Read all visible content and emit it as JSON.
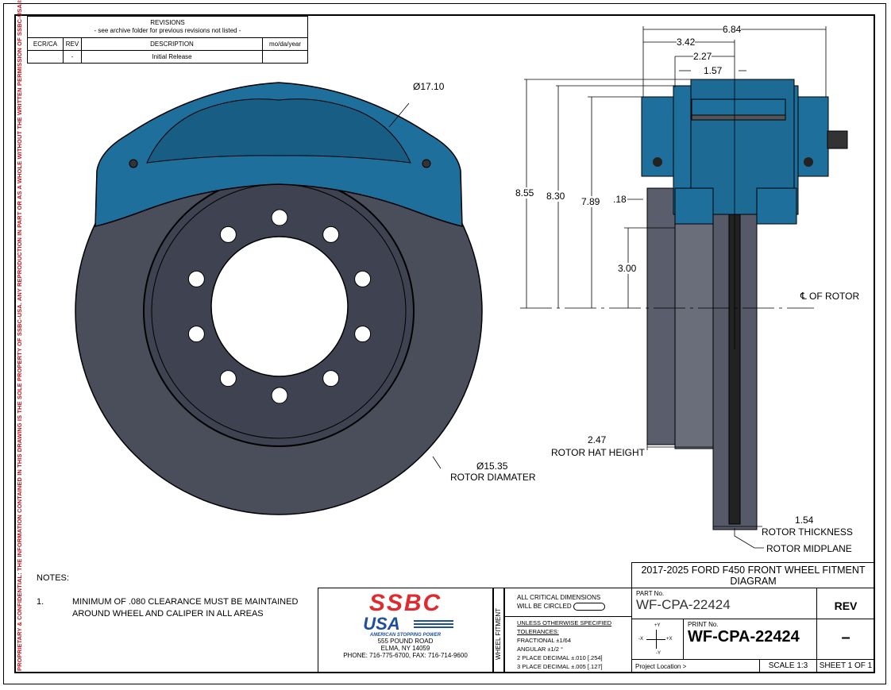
{
  "side_notice": "PROPRIETARY & CONFIDENTIAL: THE INFORMATION CONTAINED IN THIS DRAWING IS THE SOLE PROPERTY OF SSBC-USA. ANY REPRODUCTION IN PART OR AS A WHOLE WITHOUT THE WRITTEN PERMISSION OF SSBC-USA IS PROHIBITED.",
  "revisions": {
    "title": "REVISIONS",
    "subtitle": "- see archive folder for previous revisions not listed -",
    "headers": [
      "ECR/CA",
      "REV",
      "DESCRIPTION",
      "mo/da/year"
    ],
    "rows": [
      [
        "",
        "-",
        "Initial Release",
        ""
      ]
    ]
  },
  "dimensions": {
    "front_outer": "Ø17.10",
    "rotor_dia": "Ø15.35",
    "rotor_dia_label": "ROTOR DIAMATER",
    "w684": "6.84",
    "w342": "3.42",
    "w227": "2.27",
    "w157": "1.57",
    "h855": "8.55",
    "h830": "8.30",
    "h789": "7.89",
    "d18": ".18",
    "h300": "3.00",
    "centerline": "℄ OF ROTOR",
    "hat": "2.47",
    "hat_label": "ROTOR HAT HEIGHT",
    "thick": "1.54",
    "thick_label": "ROTOR THICKNESS",
    "midplane": "ROTOR MIDPLANE"
  },
  "notes": {
    "title": "NOTES:",
    "items": [
      {
        "num": "1.",
        "text1": "MINIMUM OF .080 CLEARANCE MUST BE MAINTAINED",
        "text2": "AROUND WHEEL AND CALIPER IN ALL AREAS"
      }
    ]
  },
  "title_block": {
    "title1": "2017-2025 FORD F450 FRONT WHEEL FITMENT",
    "title2": "DIAGRAM",
    "logo_top": "SSBC",
    "logo_bottom": "USA",
    "tagline": "AMERICAN STOPPING POWER",
    "address1": "555 POUND ROAD",
    "address2": "ELMA, NY 14059",
    "phone": "PHONE: 716-775-6700, FAX: 716-714-9600",
    "vertical_label": "WHEEL FITMENT",
    "critical1": "ALL CRITICAL DIMENSIONS",
    "critical2": "WILL BE CIRCLED",
    "tol_head": "UNLESS OTHERWISE SPECIFIED",
    "tol_title": "TOLERANCES:",
    "tol": [
      "FRACTIONAL ±1/64",
      "ANGULAR ±1/2 °",
      "2 PLACE DECIMAL ±.010 [.254]",
      "3 PLACE DECIMAL ±.005 [.127]"
    ],
    "part_label": "PART No.",
    "part_no": "WF-CPA-22424",
    "print_label": "PRINT No.",
    "print_no": "WF-CPA-22424",
    "rev_label": "REV",
    "rev_value": "–",
    "axes": {
      "py": "+Y",
      "ny": "-Y",
      "px": "+X",
      "nx": "-X"
    },
    "project": "Project Location >",
    "scale": "SCALE 1:3",
    "sheet": "SHEET 1 OF 1"
  },
  "colors": {
    "caliper": "#1f6f9c",
    "rotor": "#4a4d5a",
    "logo_red": "#e02a2f",
    "logo_blue": "#1e4f9c"
  }
}
